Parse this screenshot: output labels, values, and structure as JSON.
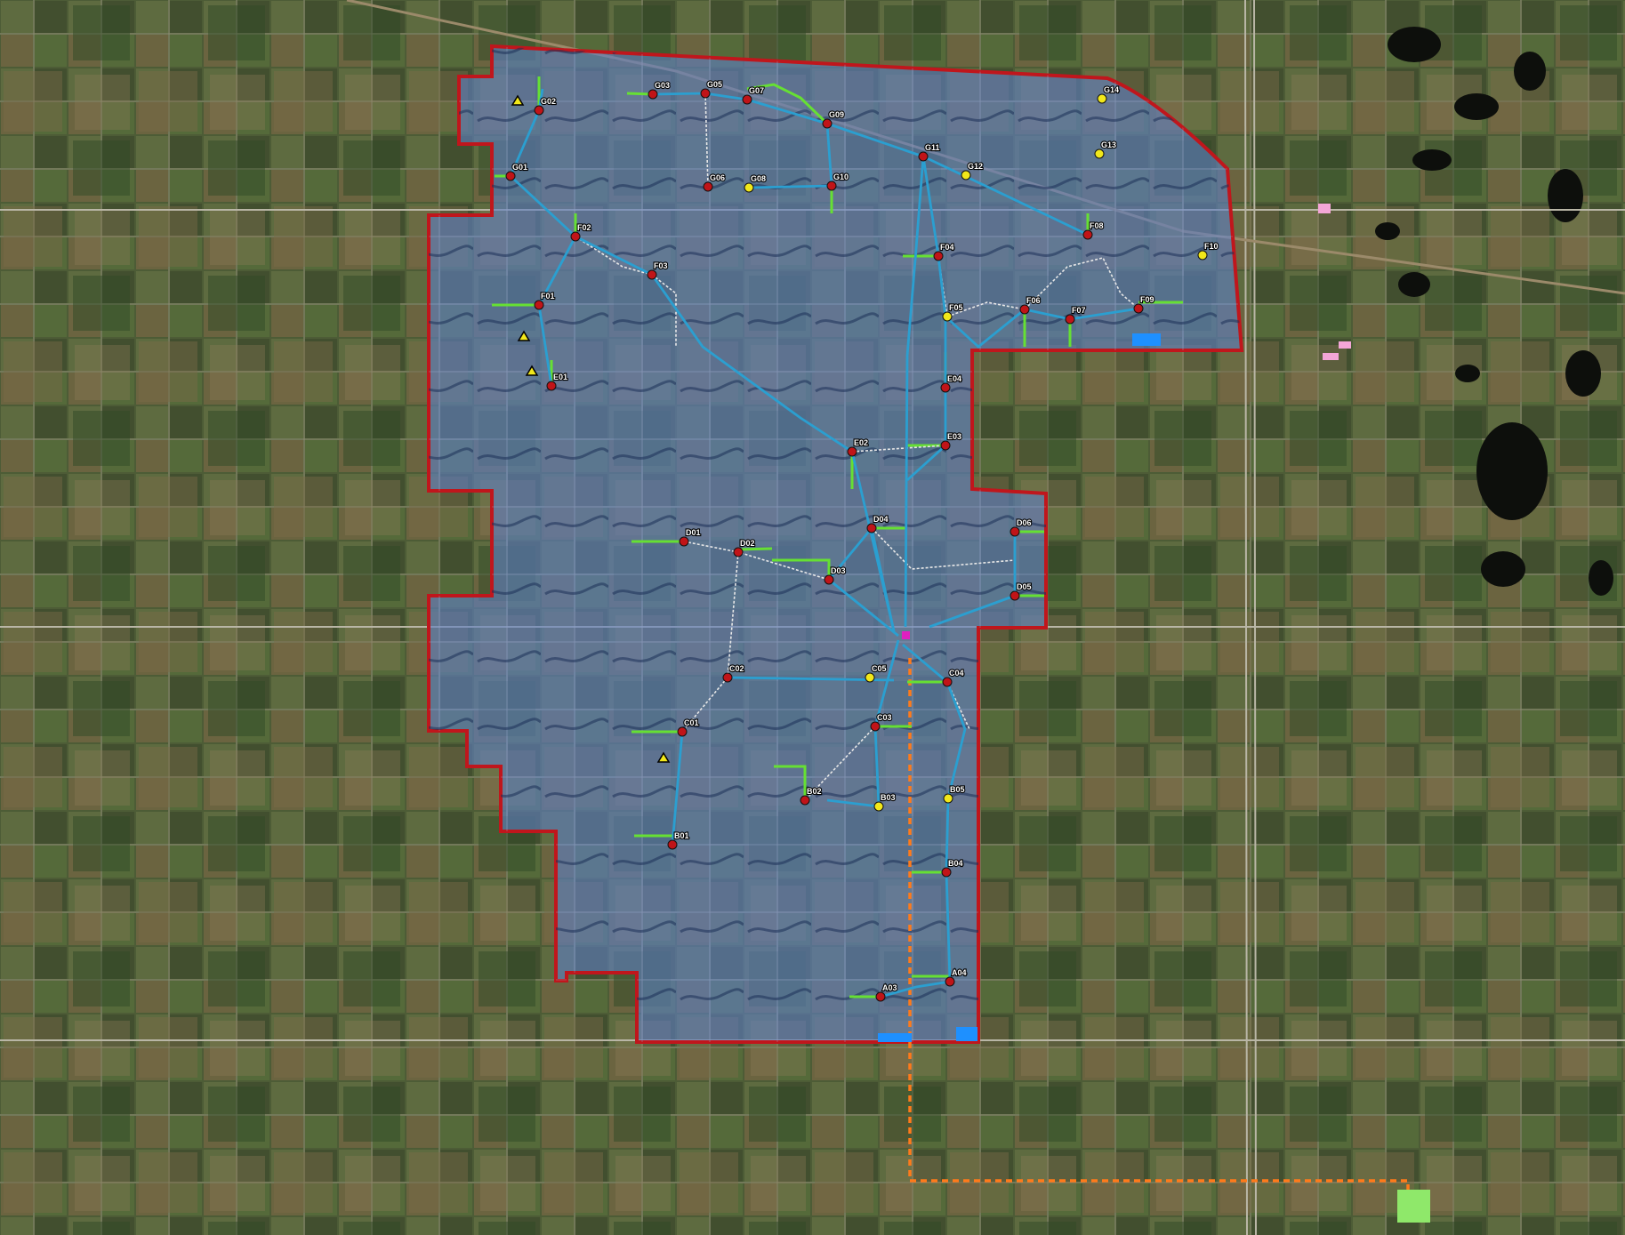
{
  "colors": {
    "boundary": "#c0161c",
    "trunk_line": "#2b9fd0",
    "collector_line": "#e8e8e8",
    "access_road": "#66e033",
    "transmission": "#ff7a1a",
    "turbine_red": "#c01418",
    "turbine_yellow": "#f2e81a",
    "met_tower": "#f2e81a",
    "substation": "#e020c0",
    "laydown": "#1e90ff",
    "om_building": "#f4a6d7",
    "poi": "#8fe86a",
    "project_fill": "#5f7fc4"
  },
  "icons": {
    "turbine": "circle-marker-icon",
    "met_tower": "triangle-marker-icon"
  },
  "turbines": [
    {
      "id": "G01",
      "status": "red"
    },
    {
      "id": "G02",
      "status": "red"
    },
    {
      "id": "G03",
      "status": "red"
    },
    {
      "id": "G05",
      "status": "red"
    },
    {
      "id": "G07",
      "status": "red"
    },
    {
      "id": "G09",
      "status": "red"
    },
    {
      "id": "G06",
      "status": "red"
    },
    {
      "id": "G08",
      "status": "yellow"
    },
    {
      "id": "G10",
      "status": "red"
    },
    {
      "id": "G11",
      "status": "red"
    },
    {
      "id": "G12",
      "status": "yellow"
    },
    {
      "id": "G13",
      "status": "yellow"
    },
    {
      "id": "G14",
      "status": "yellow"
    },
    {
      "id": "F02",
      "status": "red"
    },
    {
      "id": "F01",
      "status": "red"
    },
    {
      "id": "F03",
      "status": "red"
    },
    {
      "id": "F04",
      "status": "red"
    },
    {
      "id": "F05",
      "status": "yellow"
    },
    {
      "id": "F06",
      "status": "red"
    },
    {
      "id": "F07",
      "status": "red"
    },
    {
      "id": "F08",
      "status": "red"
    },
    {
      "id": "F09",
      "status": "red"
    },
    {
      "id": "F10",
      "status": "yellow"
    },
    {
      "id": "E01",
      "status": "red"
    },
    {
      "id": "E02",
      "status": "red"
    },
    {
      "id": "E03",
      "status": "red"
    },
    {
      "id": "E04",
      "status": "red"
    },
    {
      "id": "D01",
      "status": "red"
    },
    {
      "id": "D02",
      "status": "red"
    },
    {
      "id": "D03",
      "status": "red"
    },
    {
      "id": "D04",
      "status": "red"
    },
    {
      "id": "D05",
      "status": "red"
    },
    {
      "id": "D06",
      "status": "red"
    },
    {
      "id": "C01",
      "status": "red"
    },
    {
      "id": "C02",
      "status": "red"
    },
    {
      "id": "C03",
      "status": "red"
    },
    {
      "id": "C04",
      "status": "red"
    },
    {
      "id": "C05",
      "status": "yellow"
    },
    {
      "id": "B01",
      "status": "red"
    },
    {
      "id": "B02",
      "status": "red"
    },
    {
      "id": "B03",
      "status": "yellow"
    },
    {
      "id": "B04",
      "status": "red"
    },
    {
      "id": "B05",
      "status": "yellow"
    },
    {
      "id": "A03",
      "status": "red"
    },
    {
      "id": "A04",
      "status": "red"
    }
  ]
}
